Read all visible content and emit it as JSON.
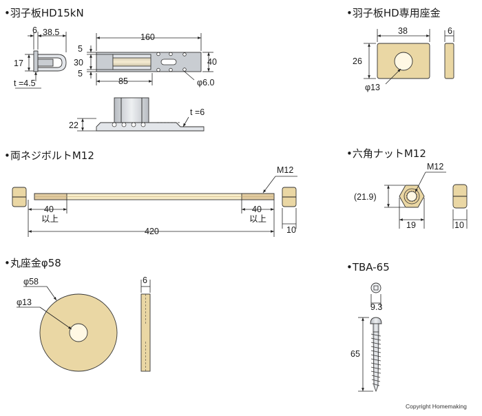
{
  "titles": {
    "plate": "•羽子板HD15kN",
    "washer_plate": "•羽子板HD専用座金",
    "bolt": "•両ネジボルトM12",
    "nut": "•六角ナットM12",
    "round_washer": "•丸座金φ58",
    "screw": "•TBA-65"
  },
  "plate_dims": {
    "d6": "6",
    "d38_5": "38.5",
    "d160": "160",
    "d17": "17",
    "d5a": "5",
    "d30": "30",
    "d5b": "5",
    "d40": "40",
    "d85": "85",
    "d_hole": "φ6.0",
    "t45": "t =4.5",
    "d22": "22",
    "t6": "t =6"
  },
  "washer_plate_dims": {
    "w38": "38",
    "w6": "6",
    "w26": "26",
    "w13": "φ13"
  },
  "bolt_dims": {
    "m12": "M12",
    "l40a": "40",
    "l40b": "40",
    "above_a": "以上",
    "above_b": "以上",
    "l420": "420",
    "n10": "10"
  },
  "nut_dims": {
    "m12": "M12",
    "d219": "(21.9)",
    "d19": "19",
    "d10": "10"
  },
  "round_washer_dims": {
    "d58": "φ58",
    "d13": "φ13",
    "t6": "6"
  },
  "screw_dims": {
    "d93": "9.3",
    "d65": "65"
  },
  "copyright": "Copyright  Homemaking",
  "colors": {
    "tan": "#ead7a4",
    "gray": "#c9cdd2",
    "line": "#222222"
  }
}
